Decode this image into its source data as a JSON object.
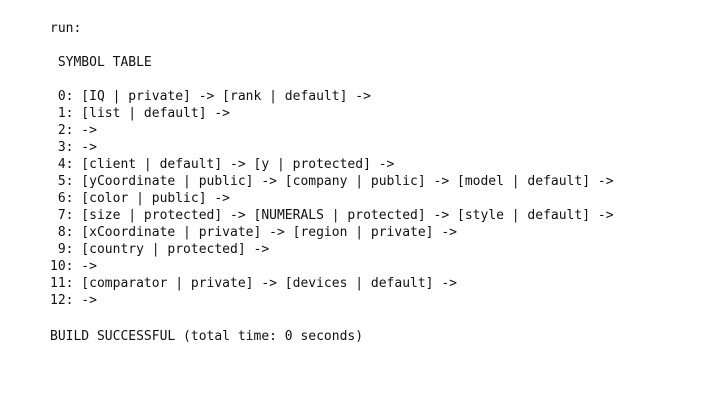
{
  "console": {
    "run_line": "run:",
    "heading": " SYMBOL TABLE",
    "rows": [
      " 0: [IQ | private] -> [rank | default] ->",
      " 1: [list | default] ->",
      " 2: ->",
      " 3: ->",
      " 4: [client | default] -> [y | protected] ->",
      " 5: [yCoordinate | public] -> [company | public] -> [model | default] ->",
      " 6: [color | public] ->",
      " 7: [size | protected] -> [NUMERALS | protected] -> [style | default] ->",
      " 8: [xCoordinate | private] -> [region | private] ->",
      " 9: [country | protected] ->",
      "10: ->",
      "11: [comparator | private] -> [devices | default] ->",
      "12: ->"
    ],
    "build_status": "BUILD SUCCESSFUL (total time: 0 seconds)"
  }
}
